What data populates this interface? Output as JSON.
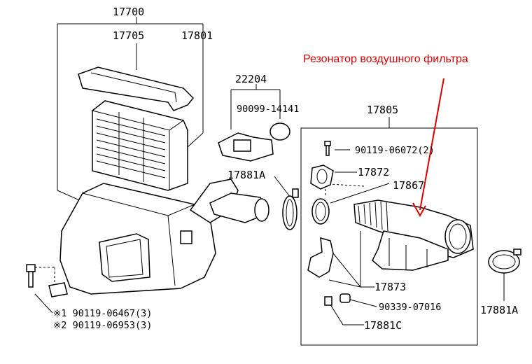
{
  "annotation": {
    "text": "Резонатор воздушного фильтра",
    "color": "#e00000"
  },
  "labels": {
    "p17700": "17700",
    "p17705": "17705",
    "p17801": "17801",
    "p22204": "22204",
    "p90099": "90099-14141",
    "p17805": "17805",
    "p90119_06072": "90119-06072(2)",
    "p17872": "17872",
    "p17867": "17867",
    "p17881A_left": "17881A",
    "p17873": "17873",
    "p90339": "90339-07016",
    "p17881C": "17881C",
    "p17881A_right": "17881A",
    "p90119_06467": "※1 90119-06467(3)",
    "p90119_06953": "※2 90119-06953(3)"
  }
}
